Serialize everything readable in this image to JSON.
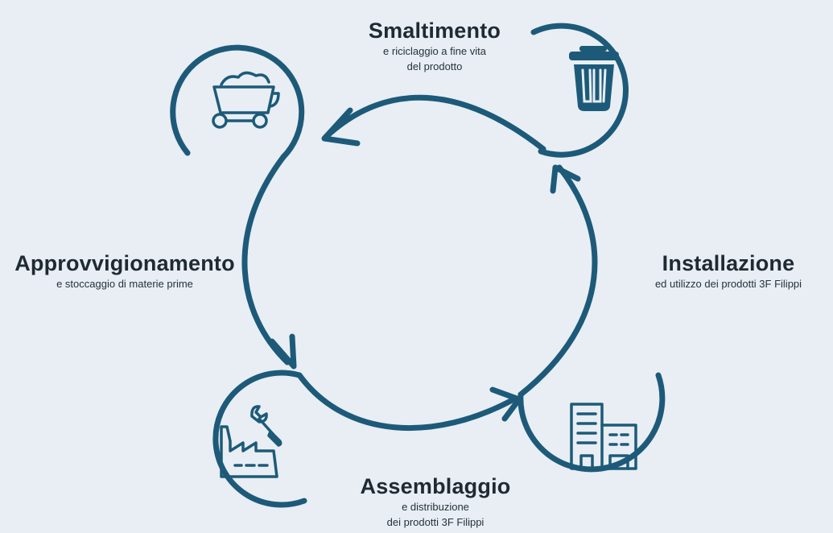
{
  "colors": {
    "background": "#e8eef3",
    "cycle": "#1d5a79",
    "text": "#1f2a33"
  },
  "stages": {
    "smaltimento": {
      "title": "Smaltimento",
      "subtitle_line1": "e riciclaggio a fine vita",
      "subtitle_line2": "del prodotto",
      "icon": "trash-bin-icon"
    },
    "approvvigionamento": {
      "title": "Approvvigionamento",
      "subtitle_line1": "e stoccaggio di materie prime",
      "icon": "mining-cart-icon"
    },
    "installazione": {
      "title": "Installazione",
      "subtitle_line1": "ed utilizzo dei prodotti 3F Filippi",
      "icon": "building-icon"
    },
    "assemblaggio": {
      "title": "Assemblaggio",
      "subtitle_line1": "e distribuzione",
      "subtitle_line2": "dei prodotti 3F Filippi",
      "icon": "factory-wrench-icon"
    }
  }
}
